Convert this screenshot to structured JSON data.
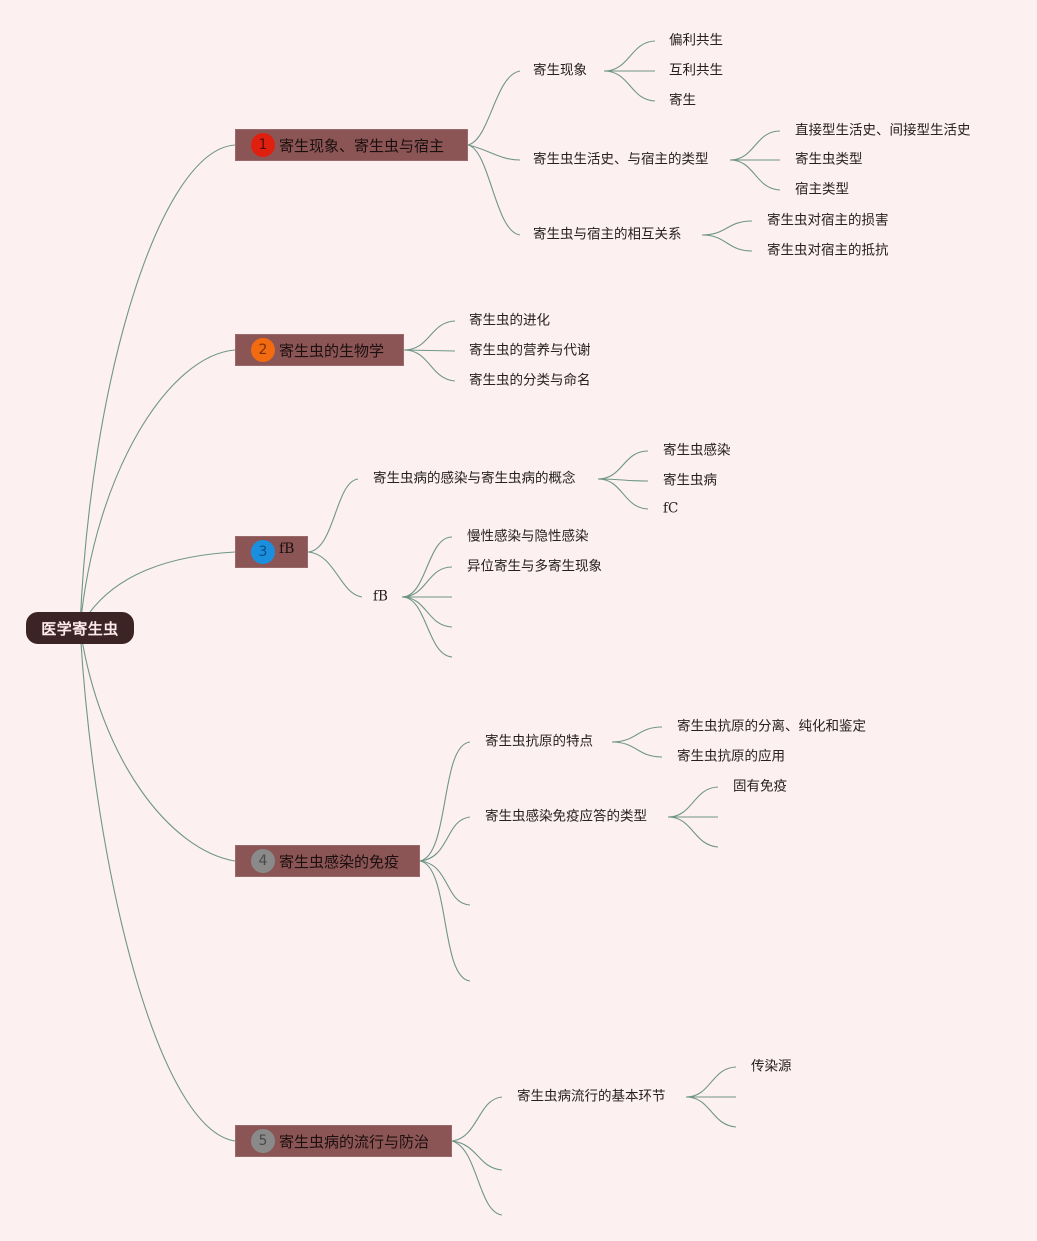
{
  "root": "医学寄生虫",
  "colors": {
    "background": "#fdf0f0",
    "root_fill": "#3d2424",
    "topic_fill": "#8c5555",
    "branch_line": "#6f9688",
    "badge_1": "#e0200e",
    "badge_2": "#f26b10",
    "badge_3": "#1a8fe0",
    "badge_4": "#8a8a8a",
    "badge_5": "#8a8a8a"
  },
  "topics": [
    {
      "badge": "1",
      "label": "寄生现象、寄生虫与宿主",
      "children": [
        {
          "label": "寄生现象",
          "children": [
            {
              "label": "偏利共生"
            },
            {
              "label": "互利共生"
            },
            {
              "label": "寄生"
            }
          ]
        },
        {
          "label": "寄生虫生活史、与宿主的类型",
          "children": [
            {
              "label": "直接型生活史、间接型生活史"
            },
            {
              "label": "寄生虫类型"
            },
            {
              "label": "宿主类型"
            }
          ]
        },
        {
          "label": "寄生虫与宿主的相互关系",
          "children": [
            {
              "label": "寄生虫对宿主的损害"
            },
            {
              "label": "寄生虫对宿主的抵抗"
            }
          ]
        }
      ]
    },
    {
      "badge": "2",
      "label": "寄生虫的生物学",
      "children": [
        {
          "label": "寄生虫的进化"
        },
        {
          "label": "寄生虫的营养与代谢"
        },
        {
          "label": "寄生虫的分类与命名"
        }
      ]
    },
    {
      "badge": "3",
      "label": "fB",
      "children": [
        {
          "label": "寄生虫病的感染与寄生虫病的概念",
          "children": [
            {
              "label": "寄生虫感染"
            },
            {
              "label": "寄生虫病"
            },
            {
              "label": "fC"
            }
          ]
        },
        {
          "label": "fB",
          "children": [
            {
              "label": "慢性感染与隐性感染"
            },
            {
              "label": "异位寄生与多寄生现象"
            },
            {
              "label": ""
            },
            {
              "label": ""
            },
            {
              "label": ""
            }
          ]
        }
      ]
    },
    {
      "badge": "4",
      "label": "寄生虫感染的免疫",
      "children": [
        {
          "label": "寄生虫抗原的特点",
          "children": [
            {
              "label": "寄生虫抗原的分离、纯化和鉴定"
            },
            {
              "label": "寄生虫抗原的应用"
            }
          ]
        },
        {
          "label": "寄生虫感染免疫应答的类型",
          "children": [
            {
              "label": "固有免疫"
            },
            {
              "label": ""
            },
            {
              "label": ""
            }
          ]
        },
        {
          "label": ""
        },
        {
          "label": ""
        }
      ]
    },
    {
      "badge": "5",
      "label": "寄生虫病的流行与防治",
      "children": [
        {
          "label": "寄生虫病流行的基本环节",
          "children": [
            {
              "label": "传染源"
            },
            {
              "label": ""
            },
            {
              "label": ""
            }
          ]
        },
        {
          "label": ""
        },
        {
          "label": ""
        }
      ]
    }
  ]
}
